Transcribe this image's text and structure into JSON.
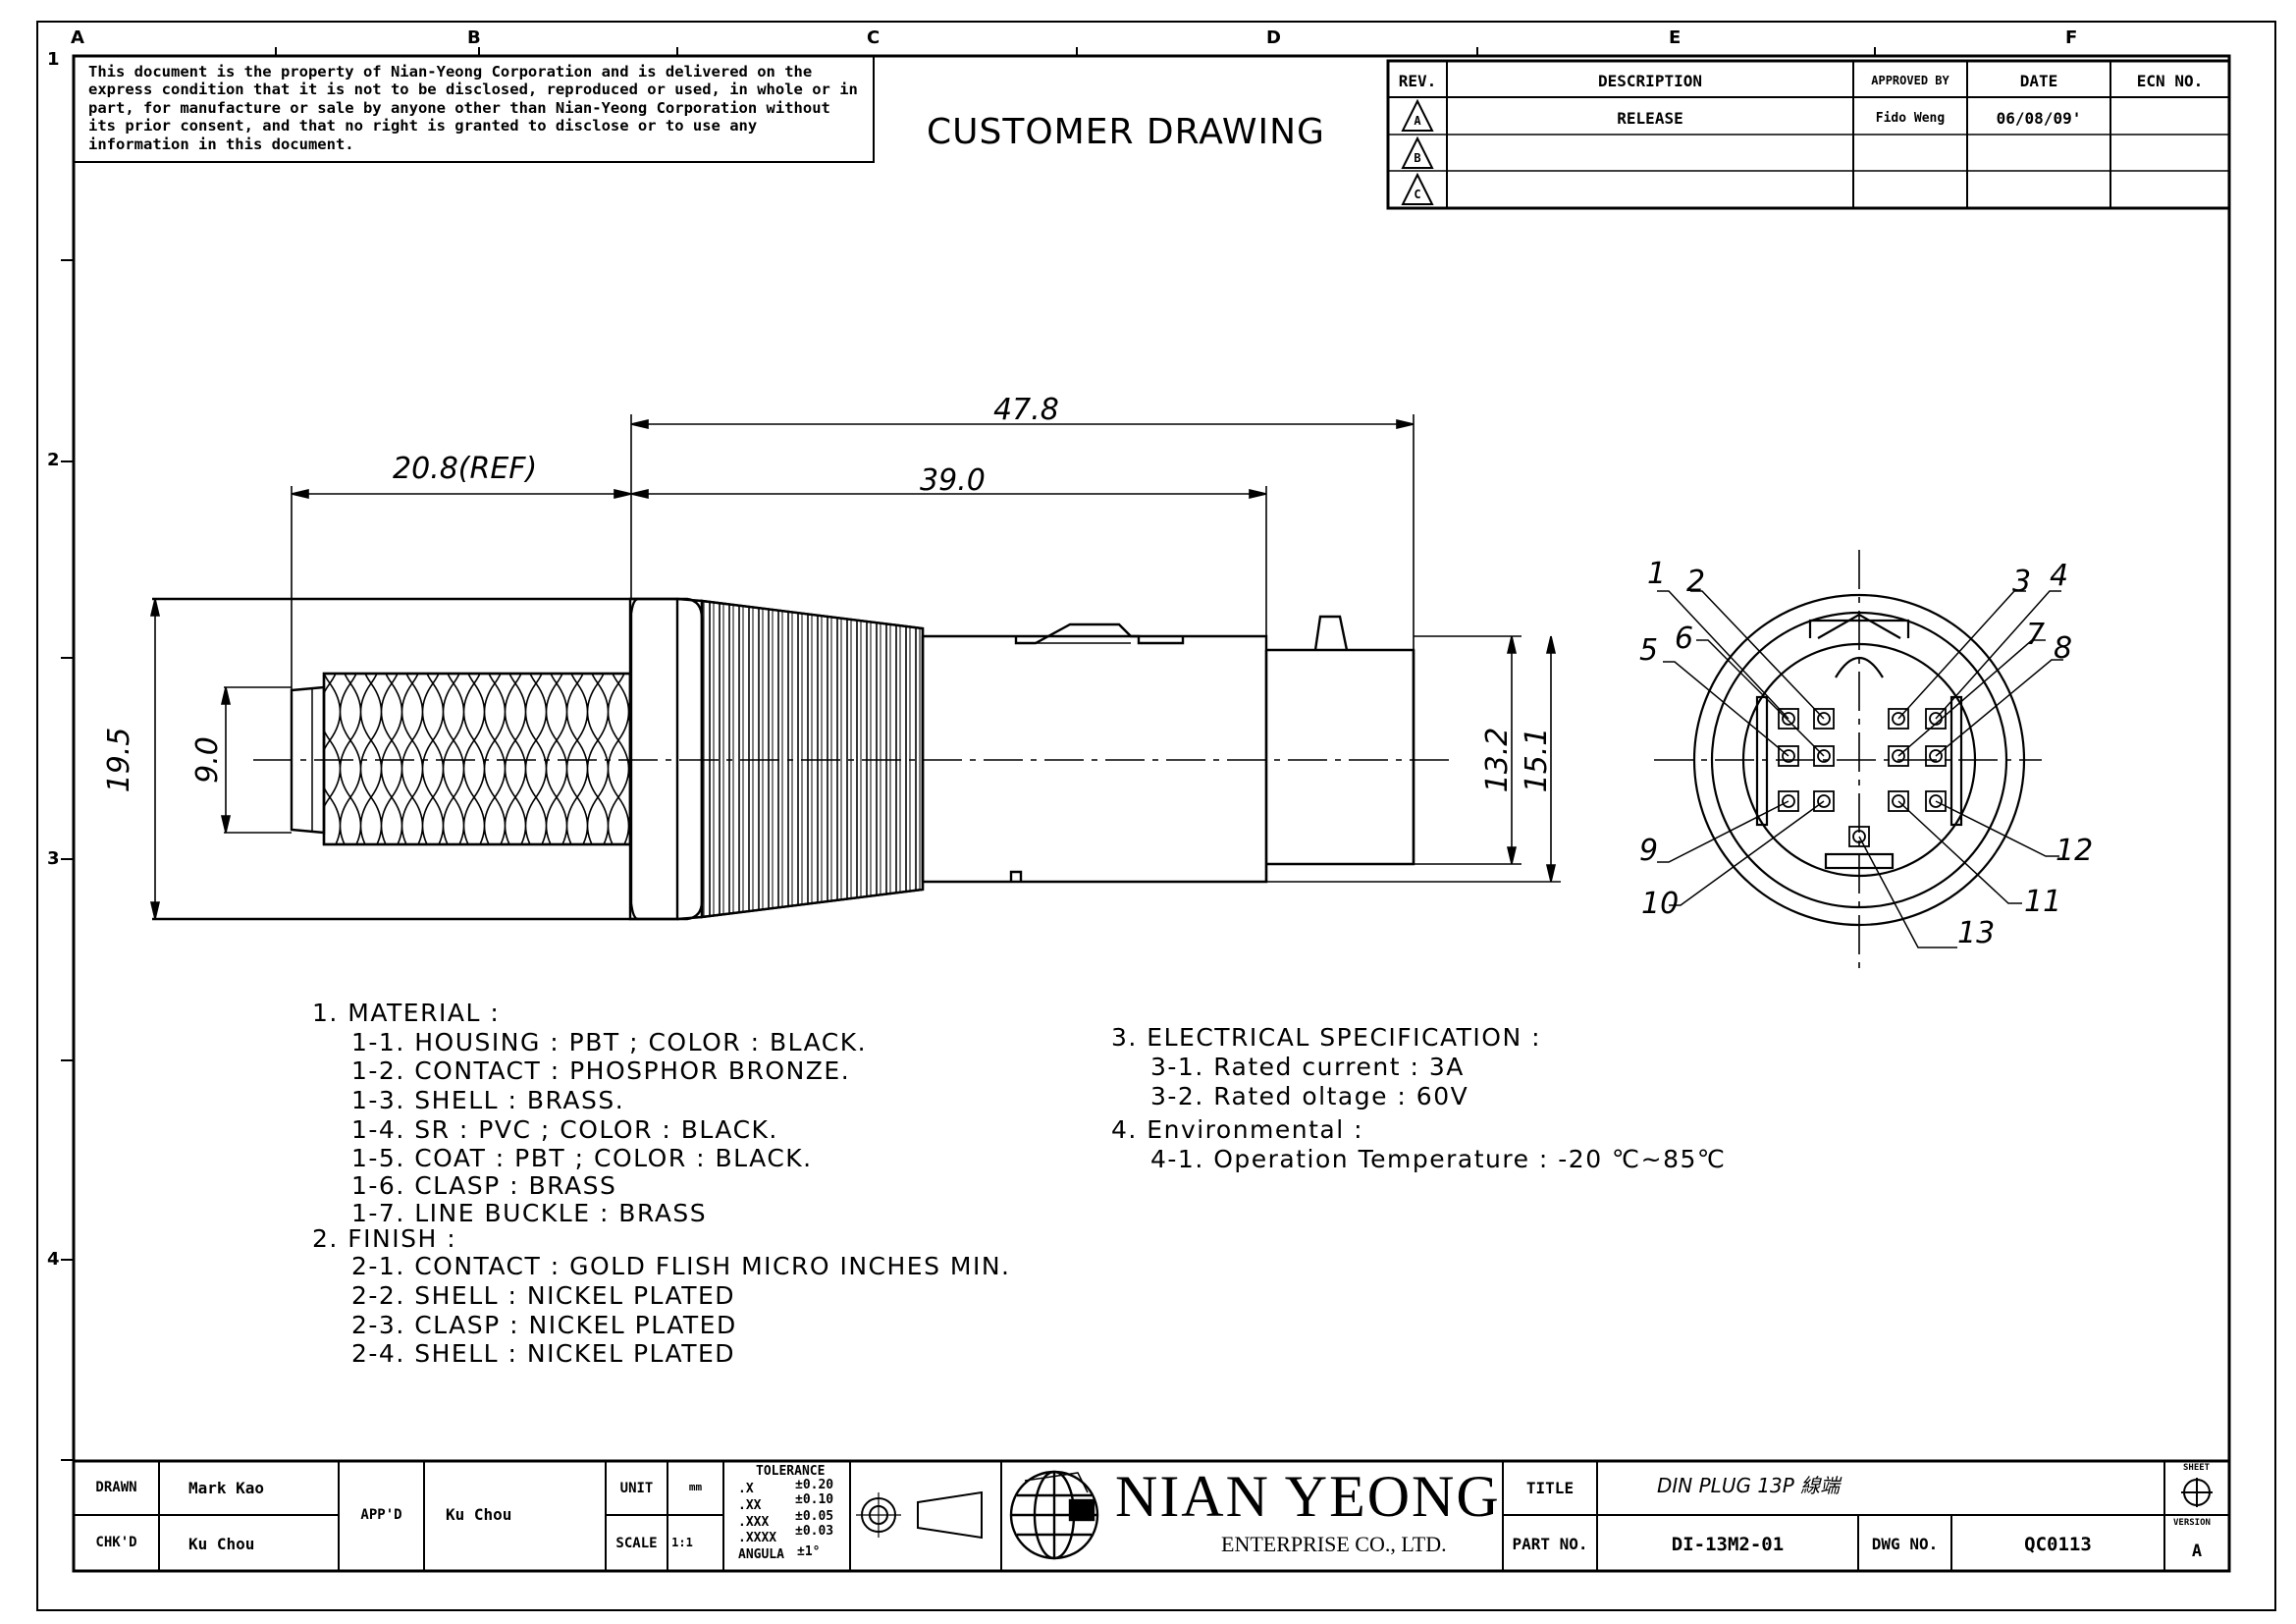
{
  "notice": "This document is the property of Nian-Yeong Corporation and is delivered on the express condition that it is not to be disclosed, reproduced or used, in whole or in part, for manufacture or sale by anyone other than Nian-Yeong Corporation without its prior consent, and that no right is granted to disclose or to use any information in this document.",
  "drawing_title": "CUSTOMER DRAWING",
  "zone_letters": [
    "A",
    "B",
    "C",
    "D",
    "E",
    "F"
  ],
  "zone_numbers": [
    "1",
    "2",
    "3",
    "4"
  ],
  "revision_table": {
    "headers": [
      "REV.",
      "DESCRIPTION",
      "APPROVED BY",
      "DATE",
      "ECN NO."
    ],
    "rows": [
      {
        "rev": "A",
        "description": "RELEASE",
        "approved_by": "Fido Weng",
        "date": "06/08/09'",
        "ecn": ""
      },
      {
        "rev": "B",
        "description": "",
        "approved_by": "",
        "date": "",
        "ecn": ""
      },
      {
        "rev": "C",
        "description": "",
        "approved_by": "",
        "date": "",
        "ecn": ""
      }
    ]
  },
  "dimensions": {
    "overall": "47.8",
    "ref": "20.8(REF)",
    "body": "39.0",
    "outer_dia": "19.5",
    "cable_dia": "9.0",
    "front_dia_a": "13.2",
    "front_dia_b": "15.1"
  },
  "pin_labels": [
    "1",
    "2",
    "3",
    "4",
    "5",
    "6",
    "7",
    "8",
    "9",
    "10",
    "11",
    "12",
    "13"
  ],
  "notes_left": [
    "1. MATERIAL :",
    "1-1. HOUSING : PBT ; COLOR : BLACK.",
    "1-2. CONTACT : PHOSPHOR BRONZE.",
    "1-3. SHELL : BRASS.",
    "1-4. SR : PVC ; COLOR : BLACK.",
    "1-5. COAT : PBT ; COLOR : BLACK.",
    "1-6. CLASP : BRASS",
    "1-7. LINE BUCKLE : BRASS",
    "2. FINISH :",
    "2-1. CONTACT : GOLD FLISH MICRO INCHES MIN.",
    "2-2. SHELL : NICKEL PLATED",
    "2-3. CLASP : NICKEL PLATED",
    "2-4. SHELL : NICKEL PLATED"
  ],
  "notes_right": [
    "3. ELECTRICAL SPECIFICATION :",
    "3-1. Rated current : 3A",
    "3-2. Rated oltage : 60V",
    "4. Environmental :",
    "4-1. Operation Temperature : -20 ℃~85℃"
  ],
  "title_block": {
    "drawn_label": "DRAWN",
    "drawn_value": "Mark Kao",
    "chkd_label": "CHK'D",
    "chkd_value": "Ku Chou",
    "appd_label": "APP'D",
    "appd_value": "Ku Chou",
    "unit_label": "UNIT",
    "unit_value": "mm",
    "scale_label": "SCALE",
    "scale_value": "1:1",
    "tolerance_title": "TOLERANCE",
    "tolerances": [
      {
        "k": ".X",
        "v": "±0.20"
      },
      {
        "k": ".XX",
        "v": "±0.10"
      },
      {
        "k": ".XXX",
        "v": "±0.05"
      },
      {
        "k": ".XXXX",
        "v": "±0.03"
      },
      {
        "k": "ANGULA",
        "v": "±1°"
      }
    ],
    "company": "NIAN YEONG",
    "company_sub": "ENTERPRISE CO., LTD.",
    "title_label": "TITLE",
    "title_value": "DIN PLUG 13P 線端",
    "part_label": "PART NO.",
    "part_value": "DI-13M2-01",
    "dwg_label": "DWG NO.",
    "dwg_value": "QC0113",
    "sheet_label": "SHEET",
    "version_label": "VERSION",
    "version_value": "A"
  }
}
